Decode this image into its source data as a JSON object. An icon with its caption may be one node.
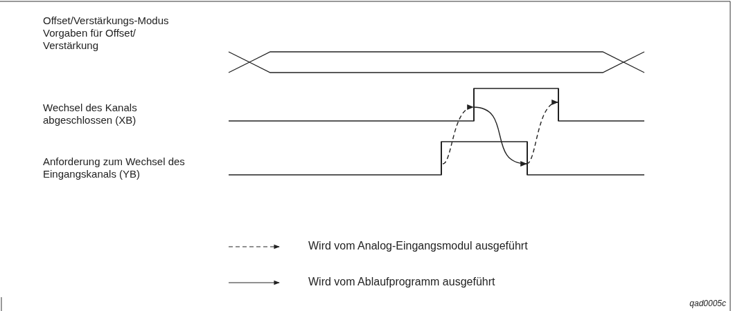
{
  "diagram": {
    "nodes": [
      {
        "text": [
          "Offset/Verstärkungs-Modus Vorgaben für Offset/ Verstärkung"
        ]
      },
      {
        "text": [
          "Wechsel des Kanals abgeschlossen (XB)"
        ]
      },
      {
        "text": [
          "Anforderung zum Wechsel des Eingangskanals (YB)"
        ]
      },
      {
        "text": [],
        "shape": "bar"
      },
      {
        "text": [],
        "shape": "bar"
      },
      {
        "text": [],
        "shape": "bar"
      },
      {
        "text": [],
        "shape": "bar"
      }
    ],
    "edges": [
      {
        "from": 3,
        "to": 4,
        "arrow": "to",
        "style": "dashed"
      },
      {
        "from": 4,
        "to": 5,
        "arrow": "to"
      },
      {
        "from": 5,
        "to": 6,
        "arrow": "to",
        "style": "dashed"
      }
    ],
    "labels": [
      "qad0005c"
    ],
    "legend": [
      {
        "text": "Wird vom Analog-Eingangsmodul ausgeführt"
      },
      {
        "text": "Wird vom Ablaufprogramm ausgeführt"
      }
    ]
  }
}
